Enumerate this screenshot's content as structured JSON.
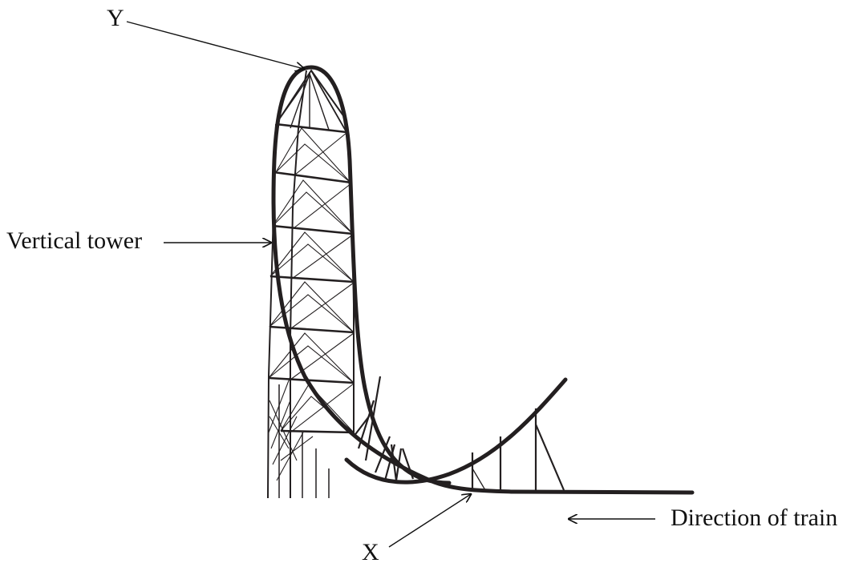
{
  "labels": {
    "y": "Y",
    "vertical_tower": "Vertical tower",
    "x": "X",
    "direction": "Direction of train"
  },
  "colors": {
    "track": "#231f20",
    "structure": "#231f20",
    "text": "#111111"
  }
}
